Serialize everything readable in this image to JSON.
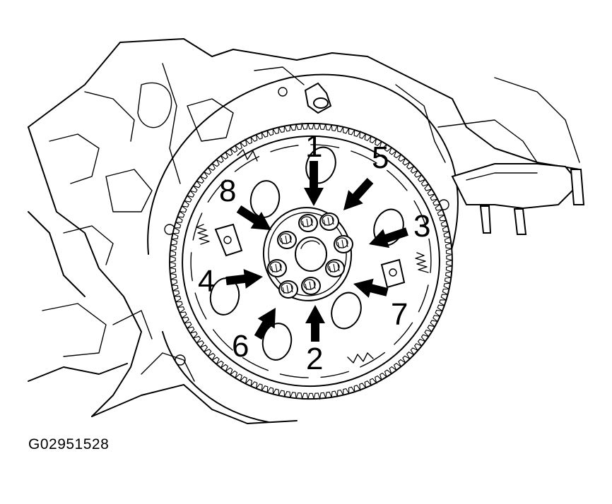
{
  "callouts": [
    {
      "id": "1",
      "label": "1"
    },
    {
      "id": "2",
      "label": "2"
    },
    {
      "id": "3",
      "label": "3"
    },
    {
      "id": "4",
      "label": "4"
    },
    {
      "id": "5",
      "label": "5"
    },
    {
      "id": "6",
      "label": "6"
    },
    {
      "id": "7",
      "label": "7"
    },
    {
      "id": "8",
      "label": "8"
    }
  ],
  "figure_code": "G02951528"
}
